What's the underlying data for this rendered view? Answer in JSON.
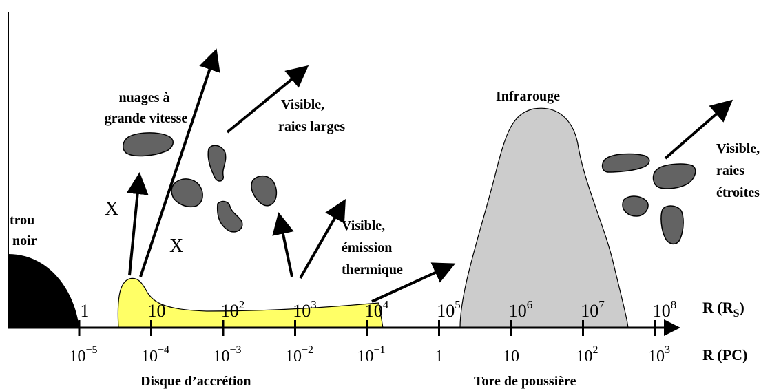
{
  "axis_top": {
    "unit_prefix": "R (R",
    "unit_sub": "S",
    "unit_suffix": ")",
    "ticks": [
      {
        "base": "1",
        "exp": ""
      },
      {
        "base": "10",
        "exp": ""
      },
      {
        "base": "10",
        "exp": "2"
      },
      {
        "base": "10",
        "exp": "3"
      },
      {
        "base": "10",
        "exp": "4"
      },
      {
        "base": "10",
        "exp": "5"
      },
      {
        "base": "10",
        "exp": "6"
      },
      {
        "base": "10",
        "exp": "7"
      },
      {
        "base": "10",
        "exp": "8"
      }
    ]
  },
  "axis_bottom": {
    "unit": "R (PC)",
    "ticks": [
      {
        "base": "10",
        "exp": "−5"
      },
      {
        "base": "10",
        "exp": "−4"
      },
      {
        "base": "10",
        "exp": "−3"
      },
      {
        "base": "10",
        "exp": "−2"
      },
      {
        "base": "10",
        "exp": "−1"
      },
      {
        "base": "1",
        "exp": ""
      },
      {
        "base": "10",
        "exp": ""
      },
      {
        "base": "10",
        "exp": "2"
      },
      {
        "base": "10",
        "exp": "3"
      }
    ]
  },
  "labels": {
    "black_hole": [
      "trou",
      "noir"
    ],
    "fast_clouds": [
      "nuages à",
      "grande vitesse"
    ],
    "broad_lines": [
      "Visible,",
      "raies larges"
    ],
    "thermal": [
      "Visible,",
      "émission",
      "thermique"
    ],
    "infrared": "Infrarouge",
    "narrow_lines": [
      "Visible,",
      "raies",
      "étroites"
    ],
    "x1": "X",
    "x2": "X",
    "accretion_disk": "Disque d’accrétion",
    "dust_torus": "Tore de poussière"
  },
  "colors": {
    "black_hole": "#000000",
    "accretion_disk": "#ffff66",
    "dust_torus": "#cccccc",
    "clouds": "#636363"
  }
}
